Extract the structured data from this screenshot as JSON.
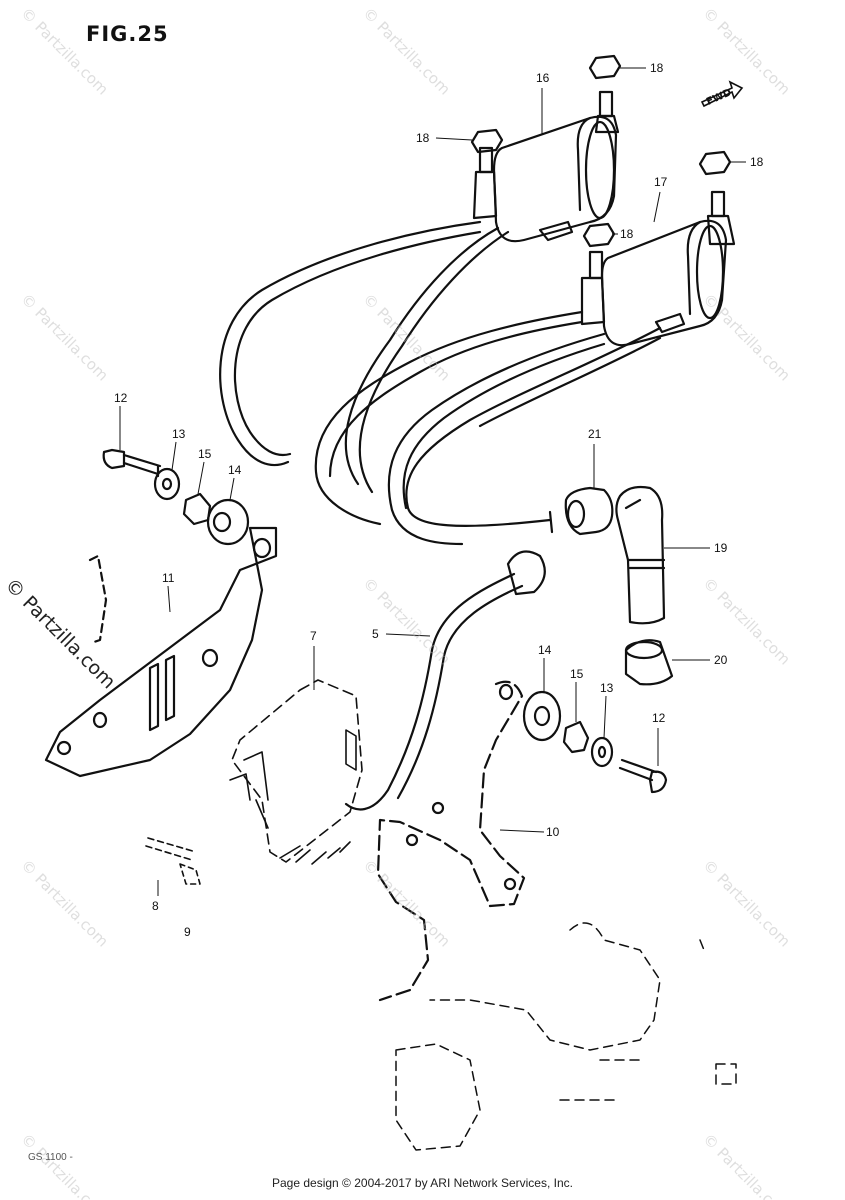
{
  "figure_title": "FIG.25",
  "fwd_label": "FWD",
  "bottom_code": "GS 1100 -",
  "side_brand": "© Partzilla.com",
  "watermark_text": "© Partzilla.com",
  "footer_text": "Page design © 2004-2017 by ARI Network Services, Inc.",
  "callouts": {
    "n16": "16",
    "n17": "17",
    "n18a": "18",
    "n18b": "18",
    "n18c": "18",
    "n18d": "18",
    "n12a": "12",
    "n13a": "13",
    "n15a": "15",
    "n14a": "14",
    "n11": "11",
    "n21": "21",
    "n19": "19",
    "n20": "20",
    "n7": "7",
    "n5": "5",
    "n14b": "14",
    "n15b": "15",
    "n13b": "13",
    "n12b": "12",
    "n10": "10",
    "n8": "8",
    "n9": "9"
  }
}
